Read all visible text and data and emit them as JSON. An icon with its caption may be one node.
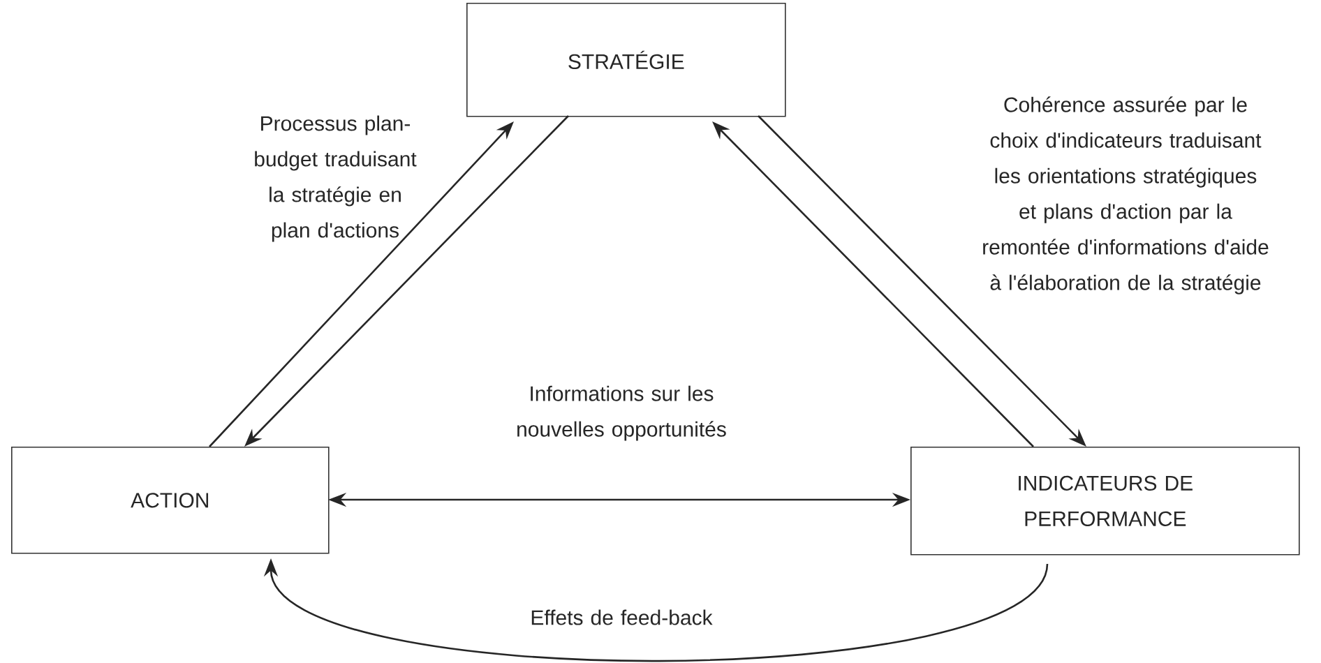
{
  "diagram": {
    "nodes": [
      {
        "text": [
          "STRATÉGIE"
        ]
      },
      {
        "text": [
          "ACTION"
        ]
      },
      {
        "text": [
          "INDICATEURS DE PERFORMANCE"
        ]
      }
    ],
    "edges": [
      {
        "from": 1,
        "to": 0,
        "arrow": "to"
      },
      {
        "from": 0,
        "to": 1,
        "arrow": "to"
      },
      {
        "from": 2,
        "to": 0,
        "arrow": "to"
      },
      {
        "from": 0,
        "to": 2,
        "arrow": "to"
      },
      {
        "from": 1,
        "to": 2,
        "arrow": "both",
        "label": "Informations sur les nouvelles opportunités"
      },
      {
        "from": 2,
        "to": 1,
        "arrow": "to",
        "label": "Effets de feed-back"
      }
    ],
    "labels": [
      "Processus plan-budget traduisant la stratégie en plan d'actions",
      "Cohérence assurée par le choix d'indicateurs traduisant les orientations stratégiques et plans d'action par la remontée d'informations d'aide à l'élaboration de la stratégie"
    ]
  }
}
